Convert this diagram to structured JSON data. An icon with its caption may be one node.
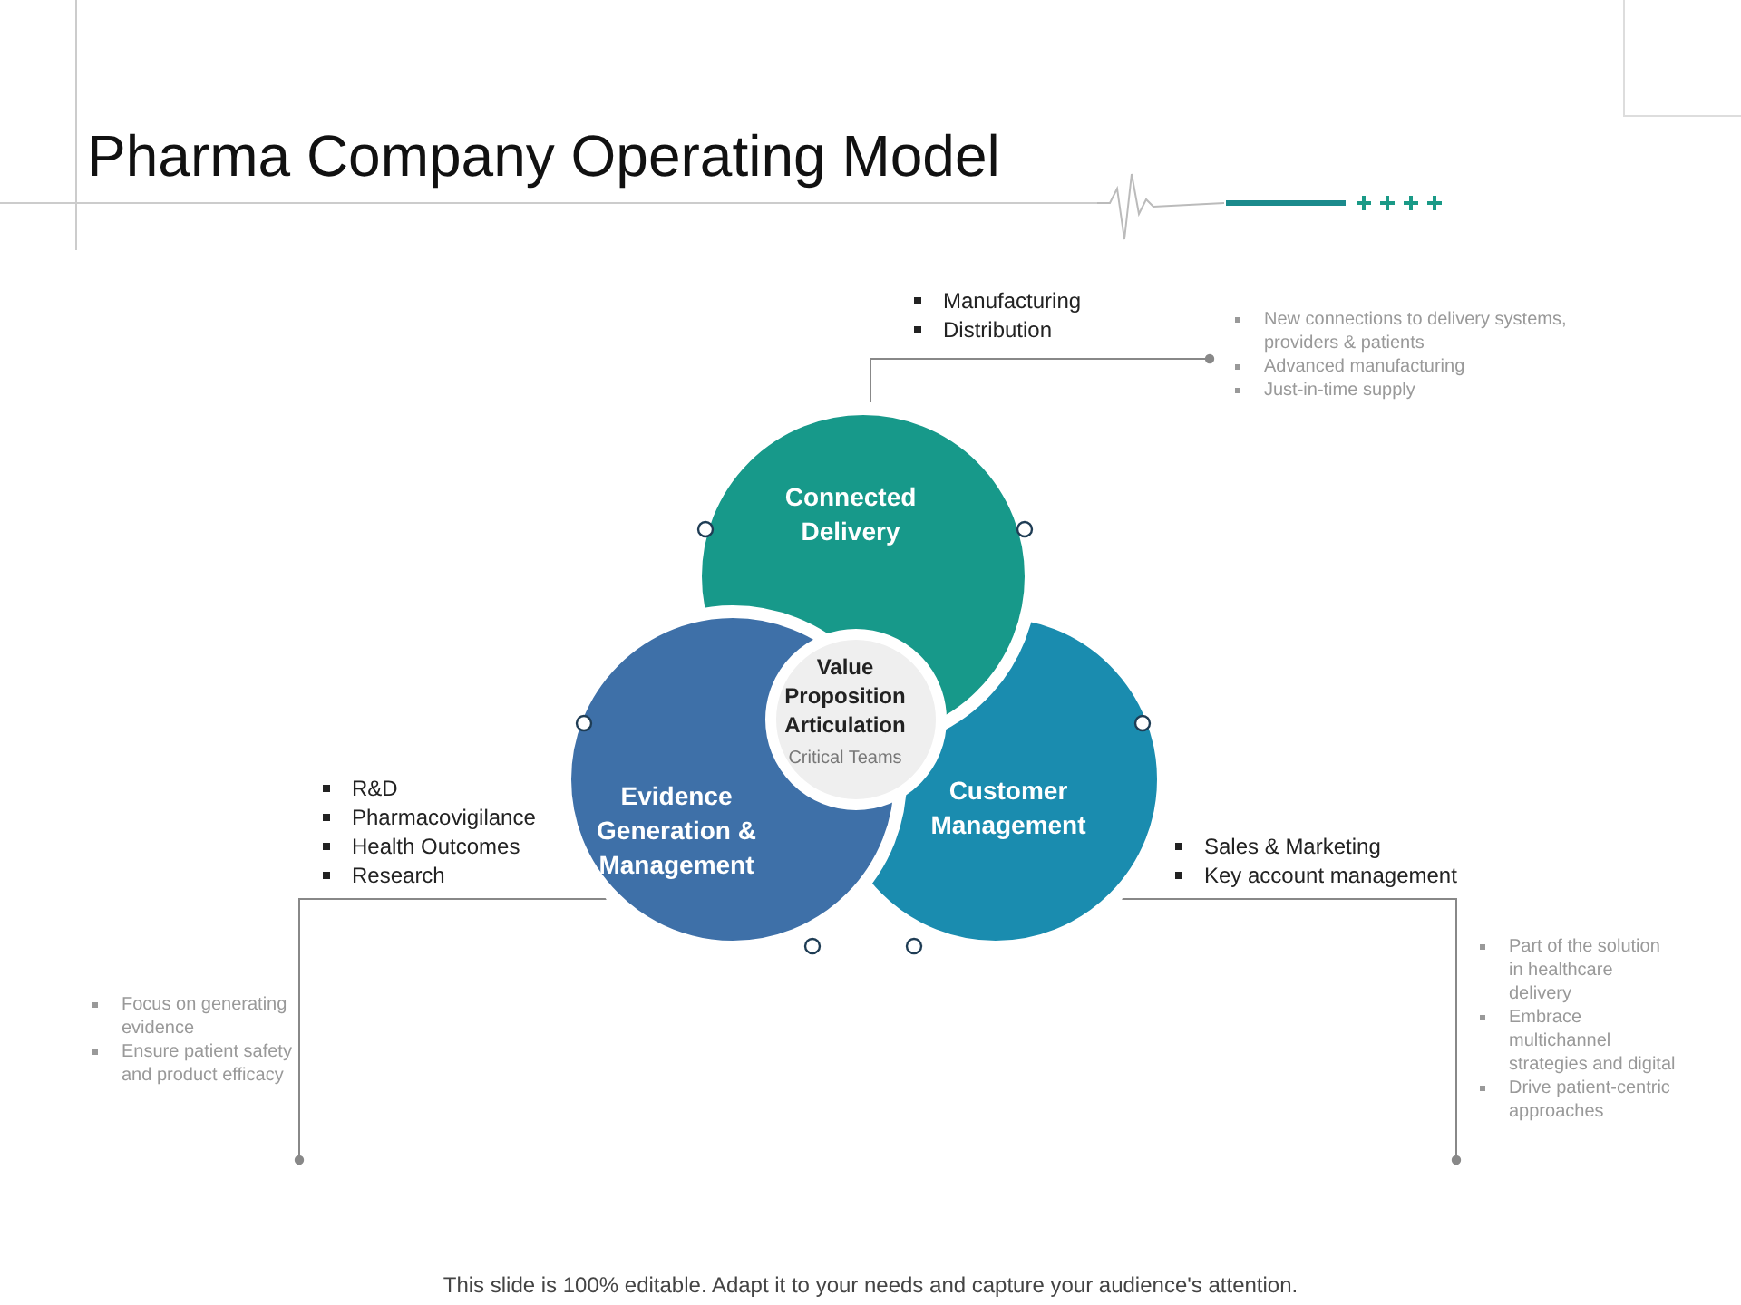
{
  "diagram": {
    "title": "Pharma Company Operating Model",
    "caption": "This slide is 100% editable. Adapt it to your needs and capture your audience's attention.",
    "nodes": [
      {
        "text": [
          "Connected Delivery"
        ]
      },
      {
        "text": [
          "Evidence Generation & Management"
        ]
      },
      {
        "text": [
          "Customer Management"
        ]
      },
      {
        "text": [
          "Value Proposition Articulation",
          "Critical Teams"
        ]
      },
      {
        "text": [
          "New connections to delivery systems, providers & patients",
          "Advanced manufacturing",
          "Just-in-time supply"
        ]
      },
      {
        "text": [
          "Focus on generating evidence",
          "Ensure patient safety and product efficacy"
        ]
      },
      {
        "text": [
          "Part of the solution in healthcare delivery",
          "Embrace multichannel strategies and digital",
          "Drive patient-centric approaches"
        ]
      }
    ],
    "edges": [
      {
        "from": 0,
        "to": 4,
        "arrow": "other"
      },
      {
        "from": 1,
        "to": 5,
        "arrow": "other"
      },
      {
        "from": 2,
        "to": 6,
        "arrow": "other"
      }
    ],
    "labels": [
      "Manufacturing",
      "Distribution",
      "R&D",
      "Pharmacovigilance",
      "Health Outcomes",
      "Research",
      "Sales & Marketing",
      "Key account management"
    ]
  }
}
